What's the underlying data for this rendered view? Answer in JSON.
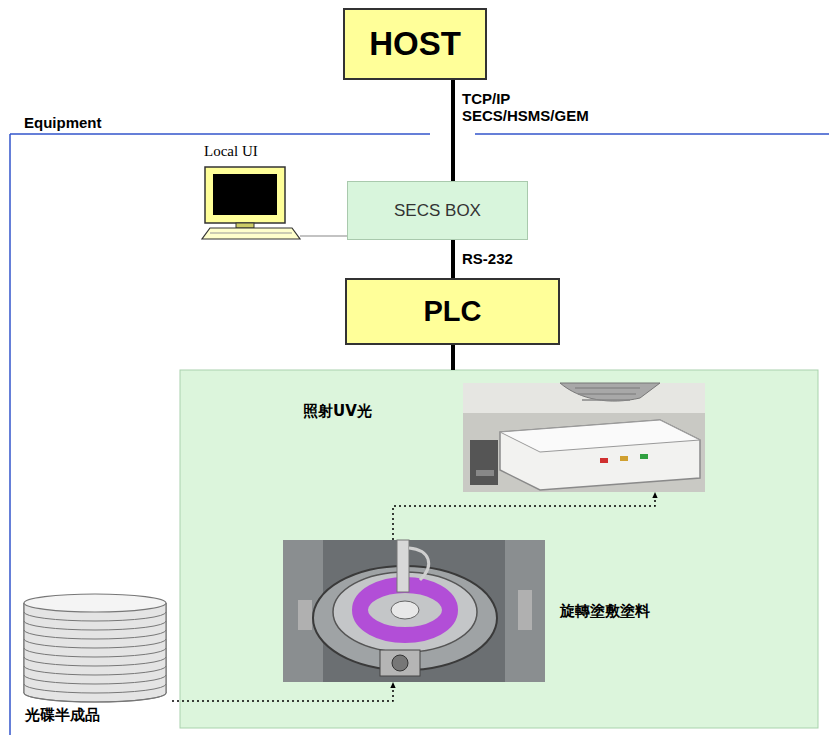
{
  "diagram": {
    "nodes": [
      {
        "text": [
          "HOST"
        ]
      },
      {
        "text": [
          "SECS BOX"
        ]
      },
      {
        "text": [
          "PLC"
        ]
      },
      {
        "text": [
          "Local UI"
        ]
      },
      {
        "text": [
          "照射UV光"
        ]
      },
      {
        "text": [
          "旋轉塗敷塗料"
        ]
      },
      {
        "text": [
          "光碟半成品"
        ]
      }
    ],
    "edges": [
      {
        "from": 0,
        "to": 1,
        "label": "TCP/IP SECS/HSMS/GEM",
        "arrow": "none"
      },
      {
        "from": 1,
        "to": 2,
        "label": "RS-232",
        "arrow": "none"
      },
      {
        "from": 3,
        "to": 1,
        "arrow": "none"
      },
      {
        "from": 6,
        "to": 5,
        "arrow": "to"
      },
      {
        "from": 5,
        "to": 4,
        "arrow": "to"
      }
    ],
    "labels": [
      "Equipment"
    ]
  }
}
